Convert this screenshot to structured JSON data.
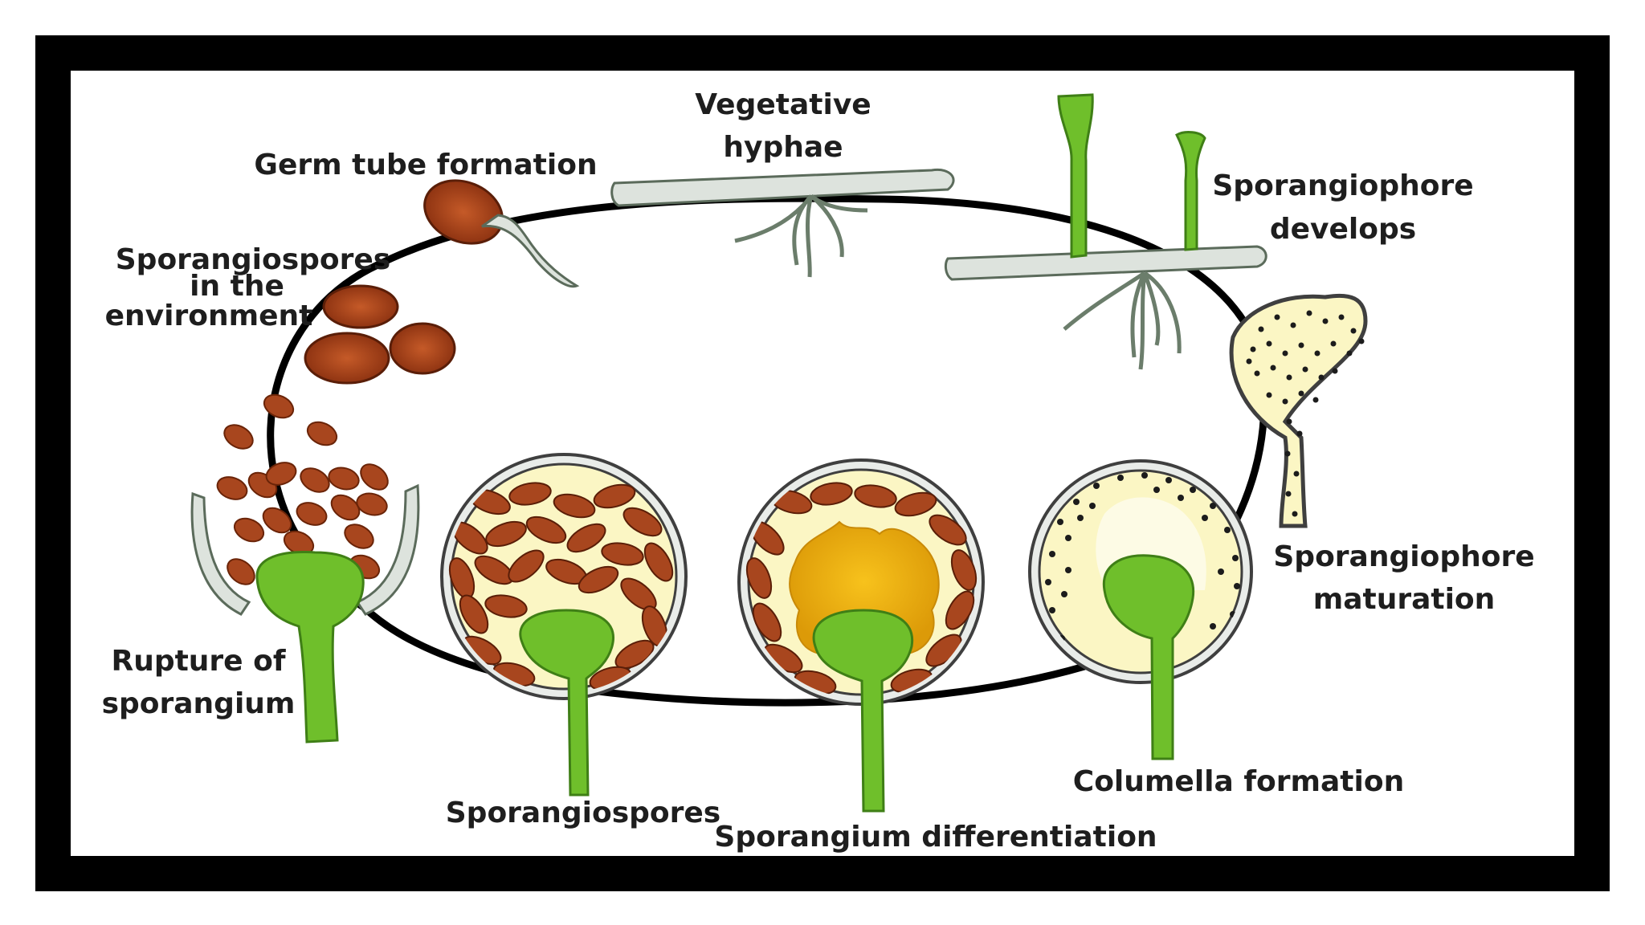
{
  "colors": {
    "frame": "#000000",
    "canvas": "#ffffff",
    "cycle_line": "#000000",
    "spore_fill": "#a8461e",
    "spore_dark": "#7a2c0f",
    "hypha_fill": "#dde3dd",
    "hypha_stroke": "#5b6b5b",
    "sporangiophore_green": "#6fbf2b",
    "sporangiophore_stroke": "#3f7f16",
    "columella_yellow": "#fbf6c4",
    "columella_orange": "#f0b512",
    "wall_fill": "#e9ece9",
    "text": "#1e1e1e"
  },
  "labels": {
    "vegetative_hyphae_1": "Vegetative",
    "vegetative_hyphae_2": "hyphae",
    "germ_tube": "Germ tube formation",
    "sporangiophore_develops_1": "Sporangiophore",
    "sporangiophore_develops_2": "develops",
    "env_1": "Sporangiospores",
    "env_2": "in the",
    "env_3": "environment",
    "maturation_1": "Sporangiophore",
    "maturation_2": "maturation",
    "rupture_1": "Rupture of",
    "rupture_2": "sporangium",
    "columella": "Columella formation",
    "sporangiospores": "Sporangiospores",
    "differentiation": "Sporangium differentiation"
  },
  "icons": [
    "spore",
    "germ-tube",
    "vegetative-hypha",
    "sporangiophore",
    "sporangium",
    "columella",
    "ruptured-sporangium"
  ]
}
